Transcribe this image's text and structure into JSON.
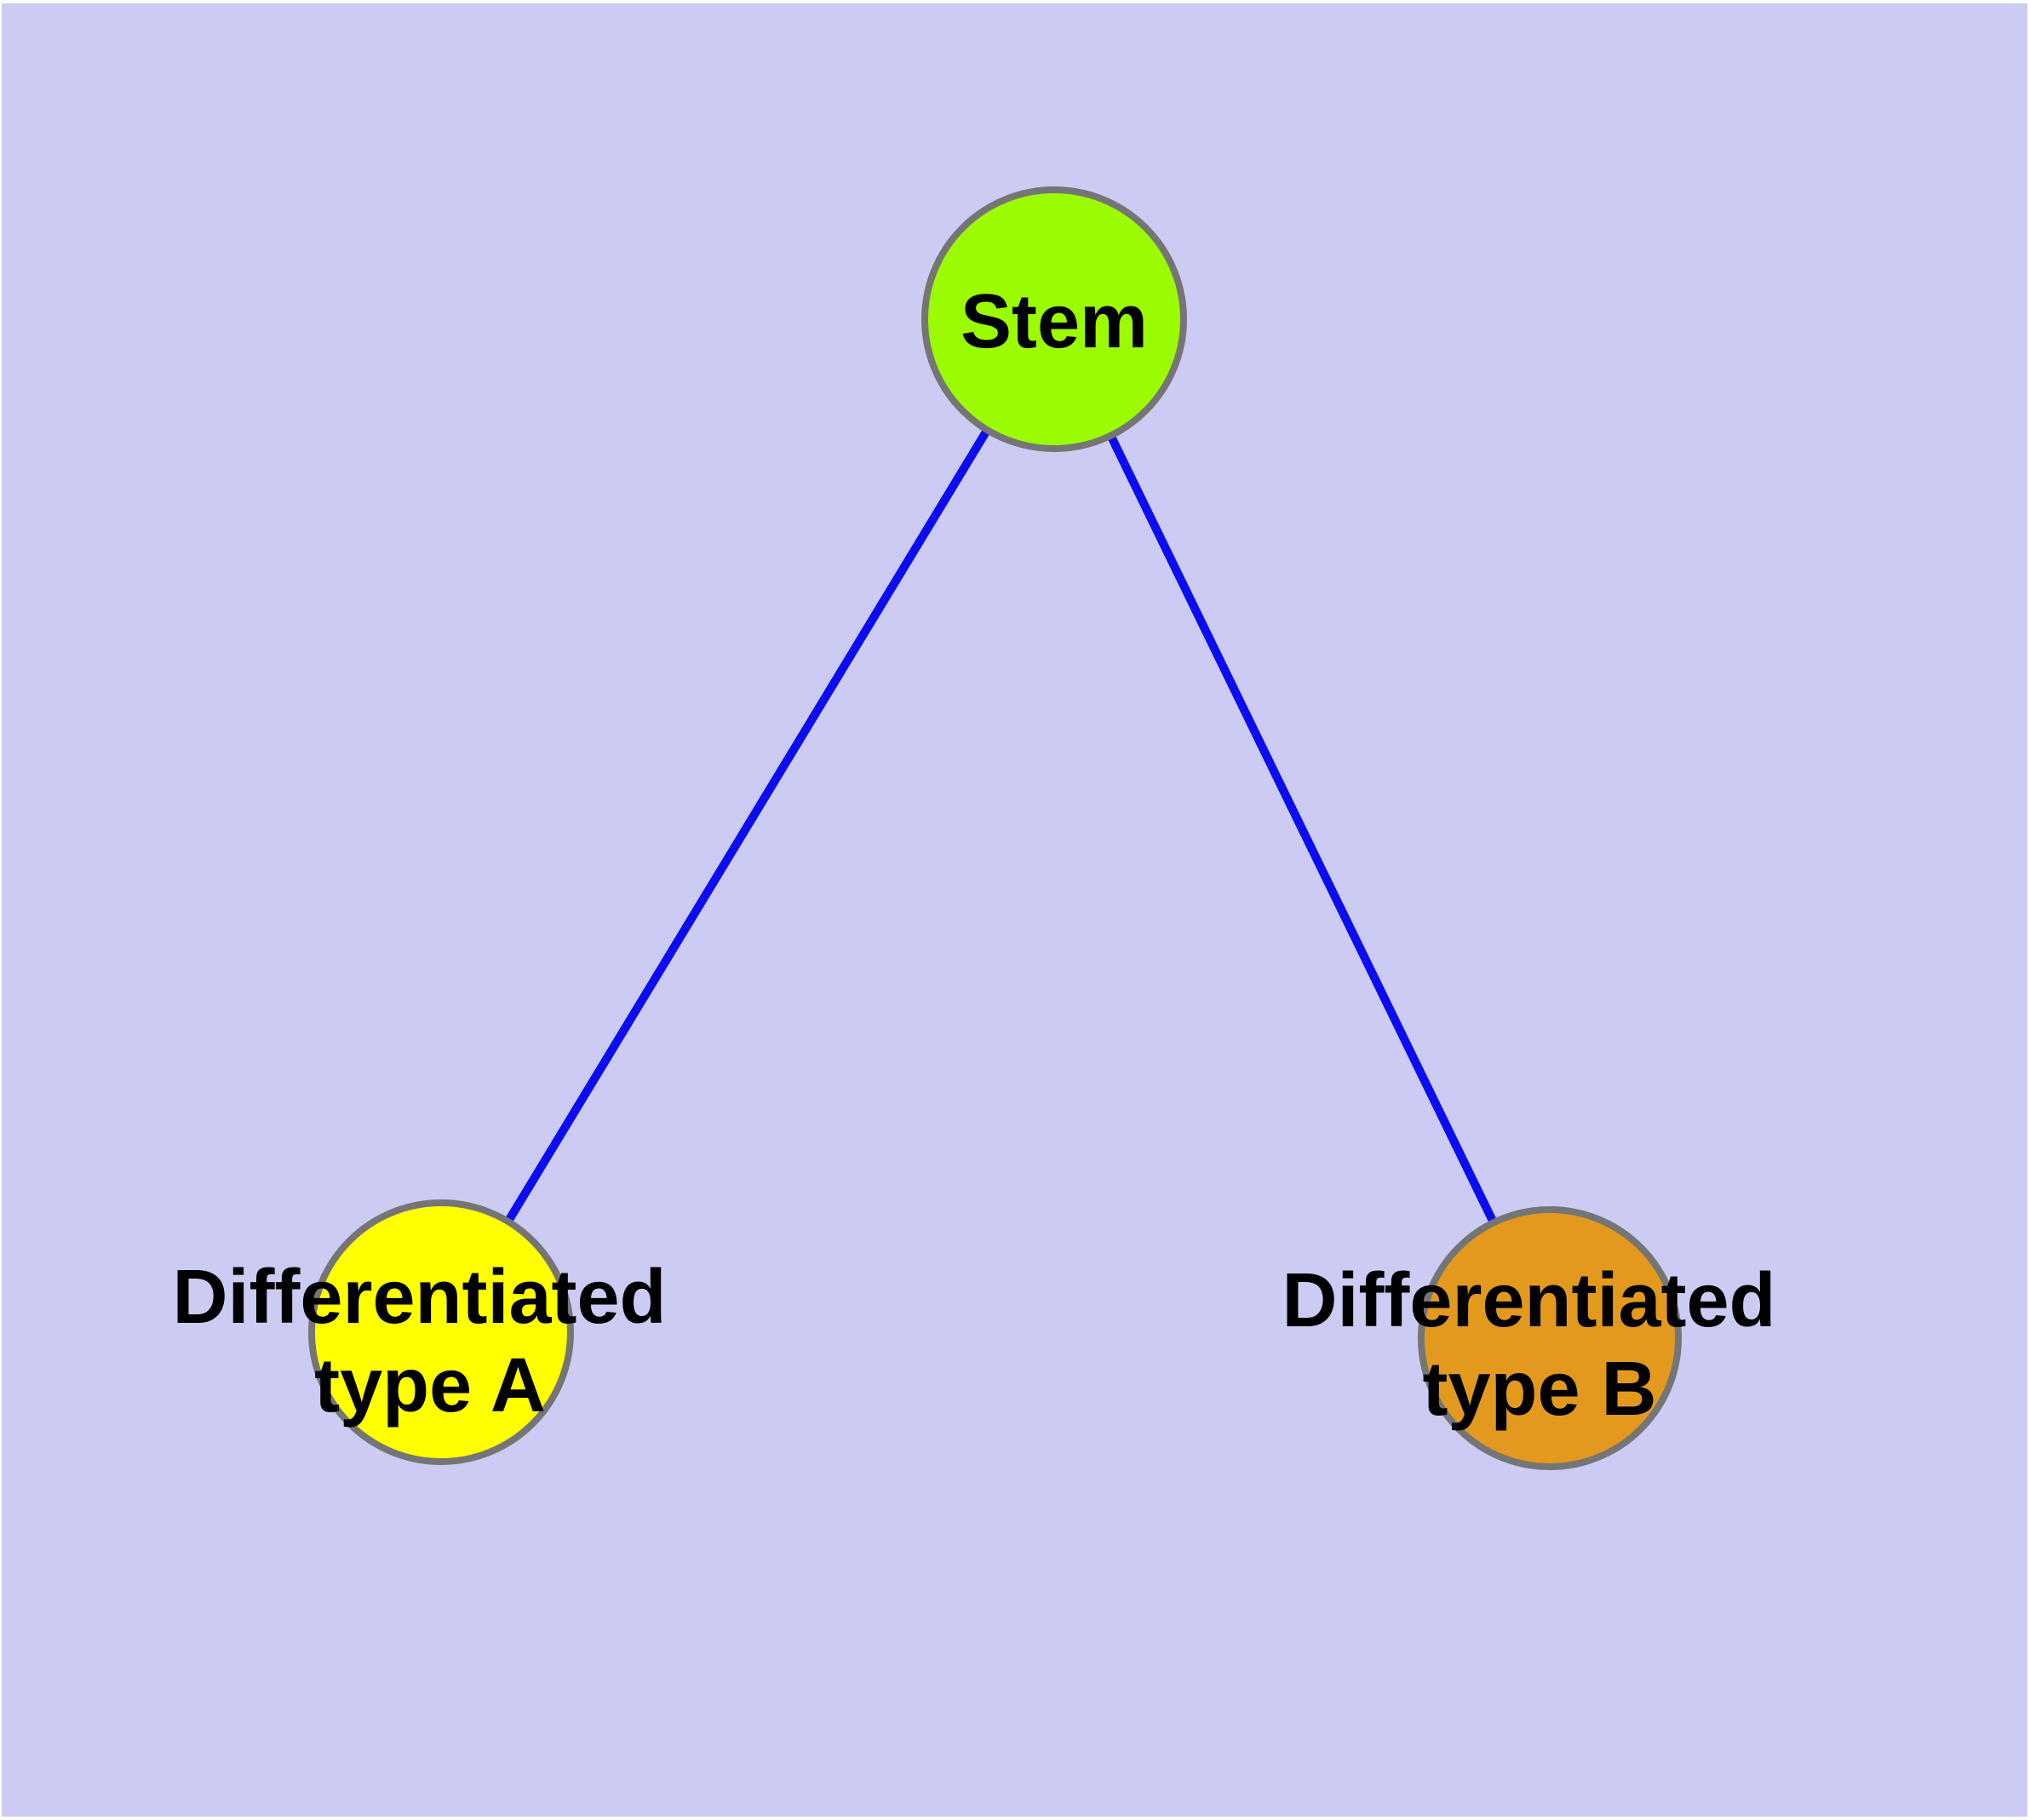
{
  "canvas": {
    "background": "#FFFFFF",
    "plot_background": "#CBCBF4"
  },
  "graph": {
    "edge_color": "#0C0CF0",
    "node_border_color": "#757575",
    "label_color": "#000000",
    "nodes": [
      {
        "id": "stem",
        "label": "Stem",
        "label_lines": [
          "Stem"
        ],
        "color": "#9BFB00"
      },
      {
        "id": "differentiated-type-a",
        "label": "Differentiated type A",
        "label_lines": [
          "Differentiated",
          "type A"
        ],
        "color": "#FFFF00"
      },
      {
        "id": "differentiated-type-b",
        "label": "Differentiated type B",
        "label_lines": [
          "Differentiated",
          "type B"
        ],
        "color": "#E2991E"
      }
    ],
    "edges": [
      {
        "from": "Stem",
        "to": "Differentiated type A"
      },
      {
        "from": "Stem",
        "to": "Differentiated type B"
      }
    ]
  }
}
